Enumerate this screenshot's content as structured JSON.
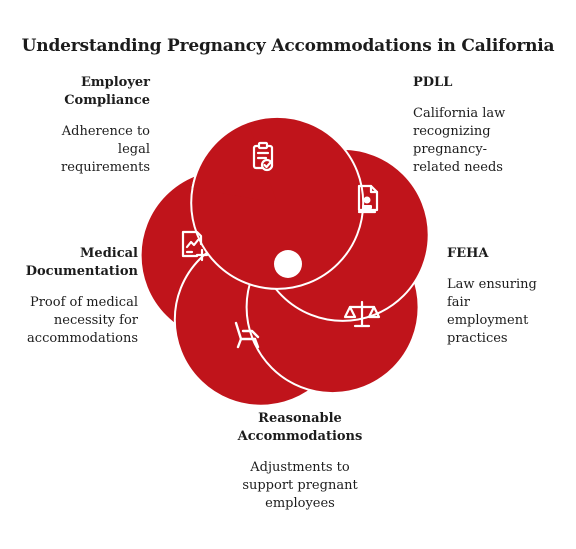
{
  "title": "Understanding Pregnancy Accommodations in California",
  "colors": {
    "petal": "#c0141b",
    "outline": "#ffffff"
  },
  "nodes": [
    {
      "heading": "Employer\nCompliance",
      "description": "Adherence to\nlegal\nrequirements",
      "icon": "clipboard-check-icon"
    },
    {
      "heading": "PDLL",
      "description": "California law\nrecognizing\npregnancy-\nrelated needs",
      "icon": "legal-document-seal-icon"
    },
    {
      "heading": "FEHA",
      "description": "Law ensuring\nfair\nemployment\npractices",
      "icon": "scales-of-justice-icon"
    },
    {
      "heading": "Reasonable\nAccommodations",
      "description": "Adjustments to\nsupport pregnant\nemployees",
      "icon": "reclining-chair-icon"
    },
    {
      "heading": "Medical\nDocumentation",
      "description": "Proof of medical\nnecessity for\naccommodations",
      "icon": "medical-report-icon"
    }
  ]
}
